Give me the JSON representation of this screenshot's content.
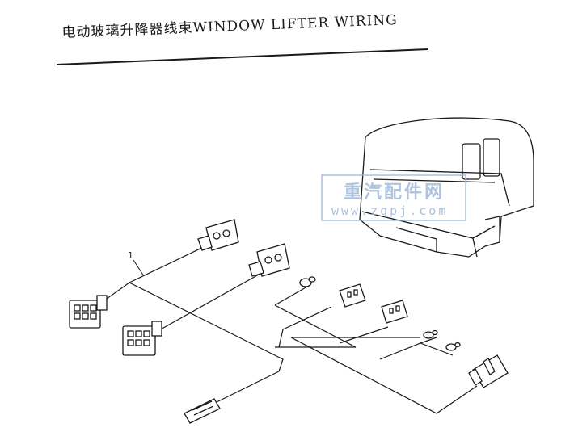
{
  "title": {
    "chinese": "电动玻璃升降器线束",
    "english": "WINDOW LIFTER WIRING"
  },
  "callouts": [
    "1"
  ],
  "watermark": {
    "line1": "重汽配件网",
    "line2": "www.zqpj.com"
  },
  "colors": {
    "ink": "#1a1a1a",
    "watermark": "#9cb6d8"
  }
}
